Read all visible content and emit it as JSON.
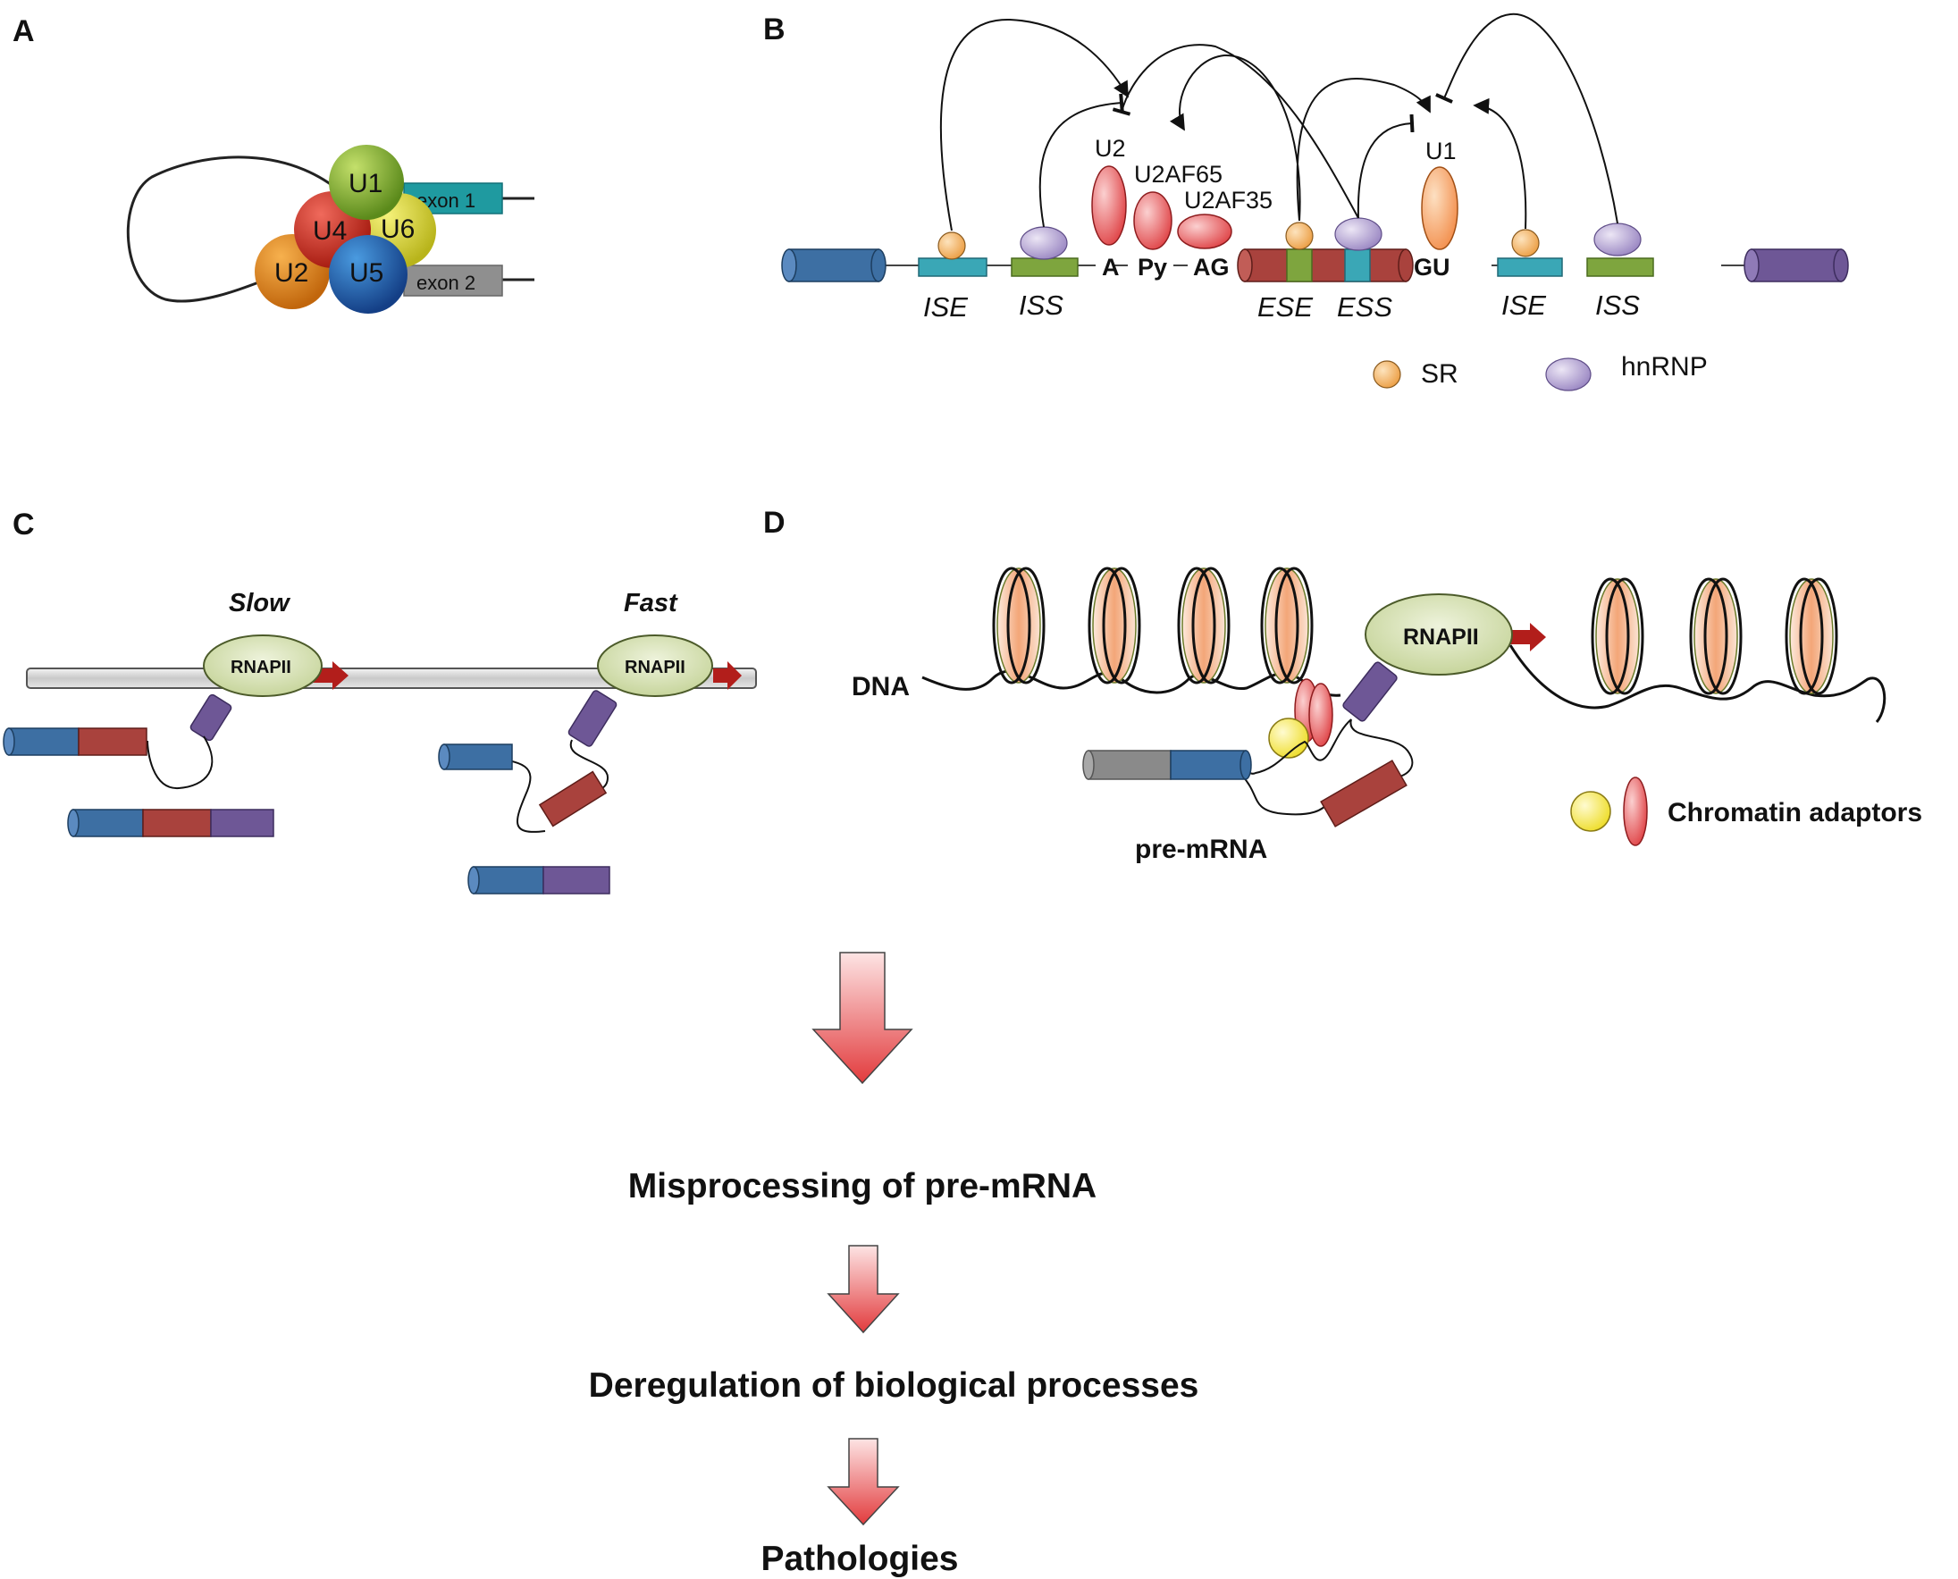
{
  "panels": {
    "a": "A",
    "b": "B",
    "c": "C",
    "d": "D"
  },
  "panel_a": {
    "snrnps": [
      "U1",
      "U4",
      "U6",
      "U2",
      "U5"
    ],
    "exon1": "exon 1",
    "exon2": "exon 2"
  },
  "panel_b": {
    "u2": "U2",
    "u2af65": "U2AF65",
    "u2af35": "U2AF35",
    "u1": "U1",
    "a": "A",
    "py": "Py",
    "ag": "AG",
    "gu": "GU",
    "elements": [
      "ISE",
      "ISS",
      "ESE",
      "ESS",
      "ISE",
      "ISS"
    ],
    "legend_sr": "SR",
    "legend_hnrnp": "hnRNP"
  },
  "panel_c": {
    "slow": "Slow",
    "fast": "Fast",
    "rnapii": "RNAPII"
  },
  "panel_d": {
    "dna": "DNA",
    "rnapii": "RNAPII",
    "pre_mrna": "pre-mRNA",
    "adaptors": "Chromatin adaptors"
  },
  "flow": {
    "step1": "Misprocessing of pre-mRNA",
    "step2": "Deregulation of biological processes",
    "step3": "Pathologies"
  },
  "colors": {
    "sr": "#f2b46c",
    "hnrnp": "#b9a9d6",
    "exon_blue": "#3d6fa3",
    "exon_red": "#a9423d",
    "exon_purple": "#6e5796",
    "ise": "#3aa7b6",
    "iss": "#7ea53e",
    "rnapii": "#d4dfb1",
    "arrow_red": "#e0474a"
  }
}
